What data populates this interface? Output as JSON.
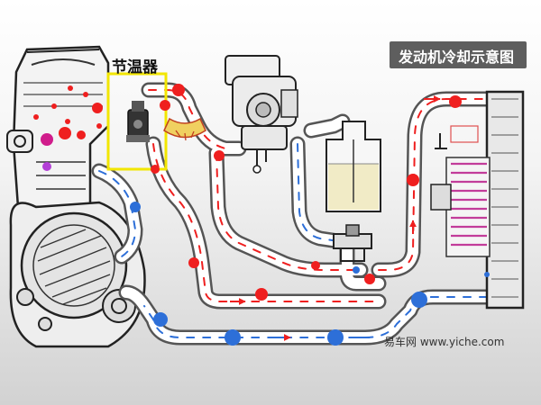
{
  "title": "发动机冷却示意图",
  "thermostat_label": "节温器",
  "watermark": "易车网 www.yiche.com",
  "colors": {
    "hot": "#ef1f1f",
    "cold": "#2d6fd8",
    "warm": "#d01c8b",
    "highlight": "#f2e600",
    "title_bg": "#5e5e5e",
    "coolant": "#f1ebc6",
    "radiator_core": "#c23c9a"
  },
  "legend_markers": [
    "hot-coolant-dot",
    "cold-coolant-dot",
    "flow-arrow"
  ]
}
